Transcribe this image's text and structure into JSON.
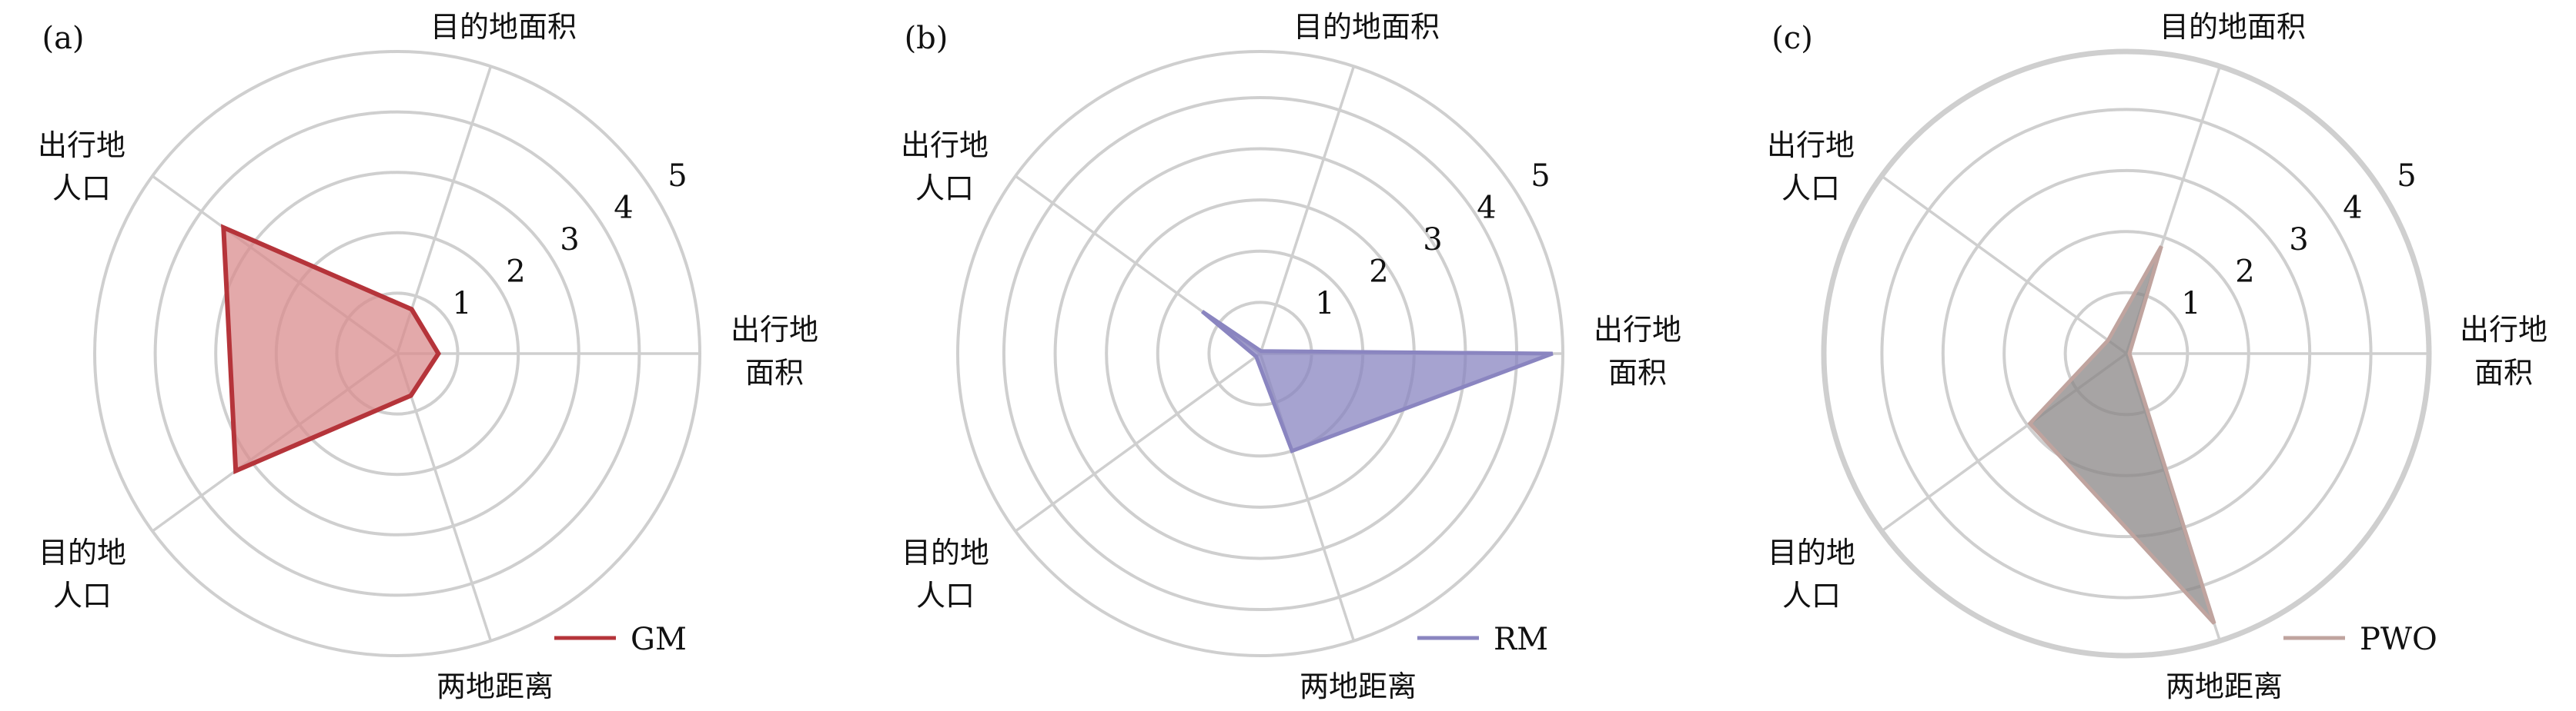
{
  "chart_data": [
    {
      "type": "radar",
      "panel_label": "(a)",
      "axes": [
        [
          "出行地",
          "面积"
        ],
        [
          "目的地面积"
        ],
        [
          "出行地",
          "人口"
        ],
        [
          "目的地",
          "人口"
        ],
        [
          "两地距离"
        ]
      ],
      "ticks": [
        "1",
        "2",
        "3",
        "4",
        "5"
      ],
      "rlim": [
        0,
        5
      ],
      "rings": [
        1,
        2,
        3,
        4,
        5
      ],
      "series": [
        {
          "name": "GM",
          "values": [
            0.68,
            0.77,
            3.55,
            3.3,
            0.73
          ],
          "stroke": "#b5343a",
          "fill": "#d98c8e"
        }
      ],
      "legend": "bottom-right"
    },
    {
      "type": "radar",
      "panel_label": "(b)",
      "axes": [
        [
          "出行地",
          "面积"
        ],
        [
          "目的地面积"
        ],
        [
          "出行地",
          "人口"
        ],
        [
          "目的地",
          "人口"
        ],
        [
          "两地距离"
        ]
      ],
      "ticks": [
        "1",
        "2",
        "3",
        "4",
        "5"
      ],
      "rlim": [
        0,
        5.9
      ],
      "rings": [
        1,
        2,
        3,
        4,
        5,
        5.9
      ],
      "series": [
        {
          "name": "RM",
          "values": [
            5.7,
            0.05,
            1.4,
            0.1,
            2.0
          ],
          "stroke": "#8a85c0",
          "fill": "#8884c0"
        }
      ],
      "legend": "bottom-right"
    },
    {
      "type": "radar",
      "panel_label": "(c)",
      "axes": [
        [
          "出行地",
          "面积"
        ],
        [
          "目的地面积"
        ],
        [
          "出行地",
          "人口"
        ],
        [
          "目的地",
          "人口"
        ],
        [
          "两地距离"
        ]
      ],
      "ticks": [
        "1",
        "2",
        "3",
        "4",
        "5"
      ],
      "rlim": [
        0,
        4.95
      ],
      "rings": [
        1,
        2,
        3,
        4,
        4.95
      ],
      "series": [
        {
          "name": "PWO",
          "values": [
            0.05,
            1.85,
            0.37,
            1.95,
            4.65
          ],
          "stroke": "#c0a49f",
          "fill": "#8a8686"
        }
      ],
      "legend": "bottom-right"
    }
  ]
}
